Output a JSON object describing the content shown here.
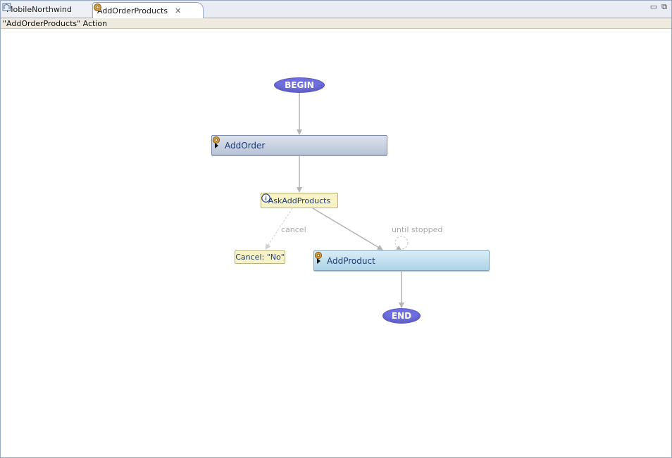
{
  "tabs": [
    {
      "label": "MobileNorthwind",
      "icon": "map-icon",
      "active": false
    },
    {
      "label": "AddOrderProducts",
      "icon": "gear-icon",
      "active": true
    }
  ],
  "window_controls": {
    "minimize": "▭",
    "restore": "⧉"
  },
  "editor_title": "\"AddOrderProducts\" Action",
  "flow": {
    "begin": "BEGIN",
    "add_order": "AddOrder",
    "ask_add_products": "AskAddProducts",
    "cancel_result": "Cancel: \"No\"",
    "add_product": "AddProduct",
    "end": "END",
    "edge_cancel": "cancel",
    "edge_until_stopped": "until stopped"
  },
  "colors": {
    "terminal": "#6e6ee0",
    "edge": "#b3b3b3",
    "prompt_bg": "#f7f3c6"
  }
}
